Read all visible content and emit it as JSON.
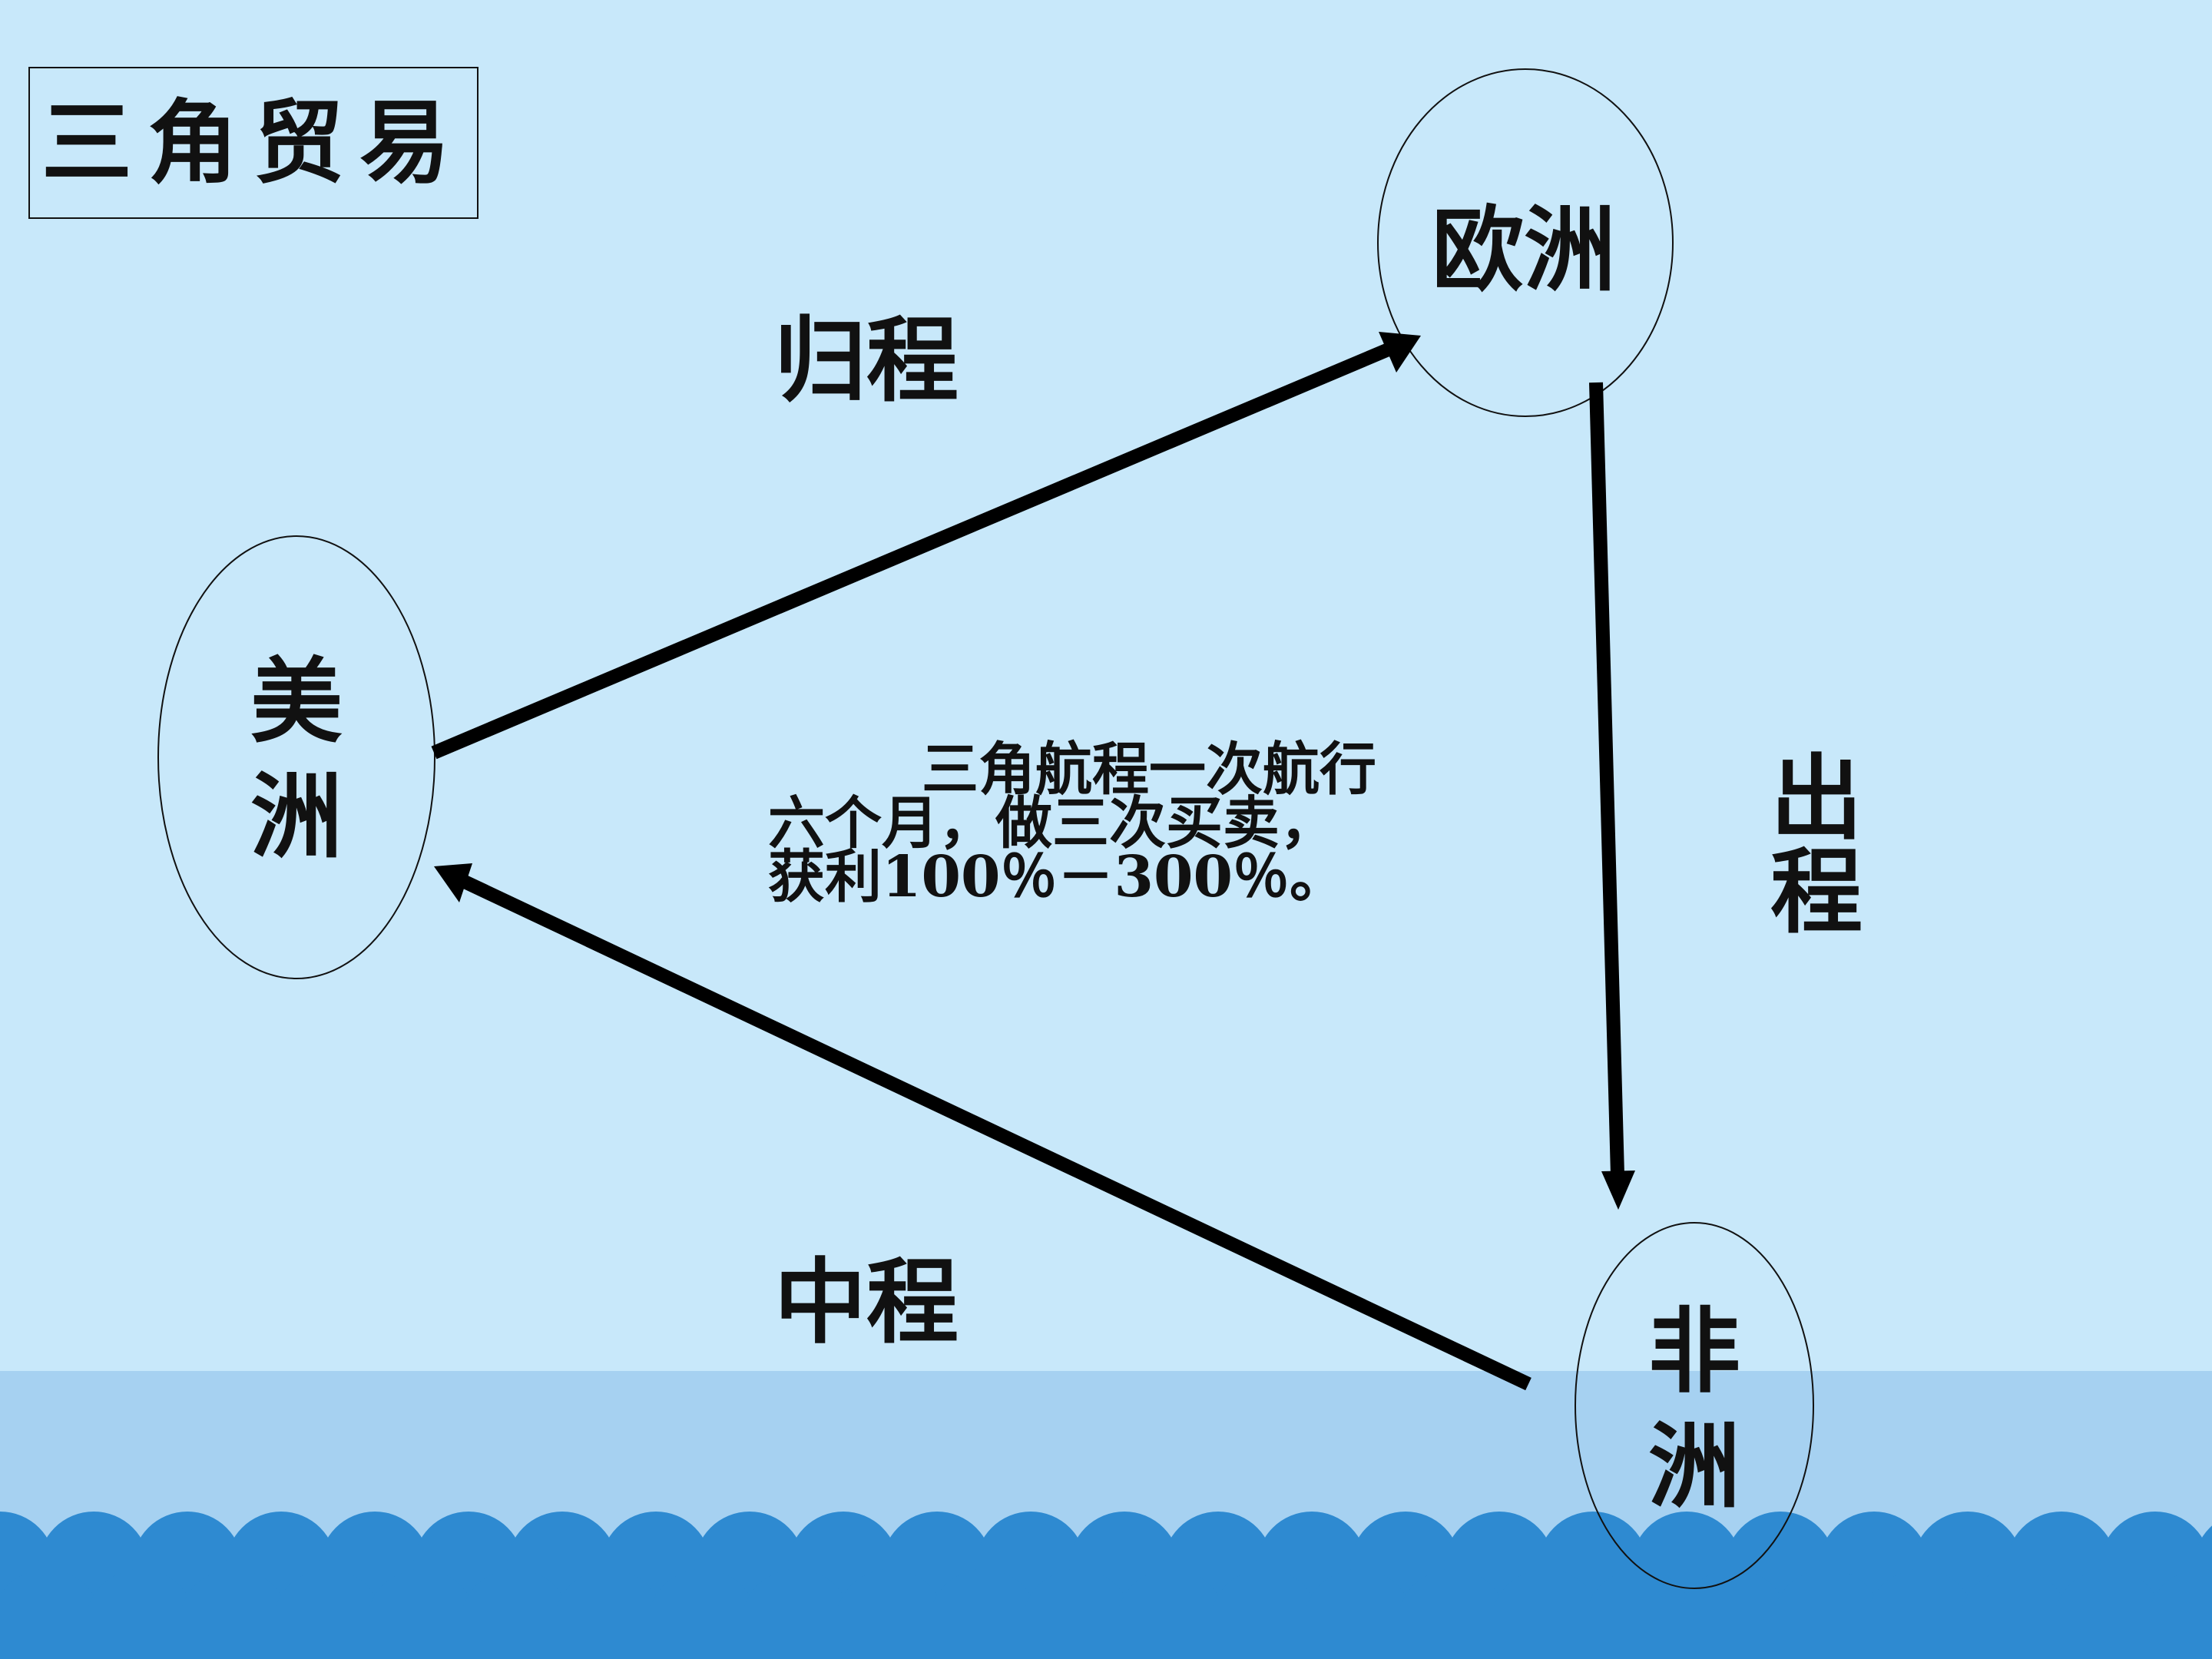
{
  "title": "三角贸易",
  "continents": {
    "europe": "欧洲",
    "americas_line1": "美",
    "americas_line2": "洲",
    "africa_line1": "非",
    "africa_line2": "洲"
  },
  "routes": {
    "return": "归程",
    "outbound_line1": "出",
    "outbound_line2": "程",
    "middle": "中程"
  },
  "note": {
    "line1": "三角航程一次航行",
    "line2": "六个月，做三次买卖，",
    "line3": "获利100％－300％。"
  },
  "colors": {
    "sky": "#c8e8fa",
    "sea": "#a6d1f1",
    "wave": "#2e8ad1",
    "arrow": "#000000"
  }
}
